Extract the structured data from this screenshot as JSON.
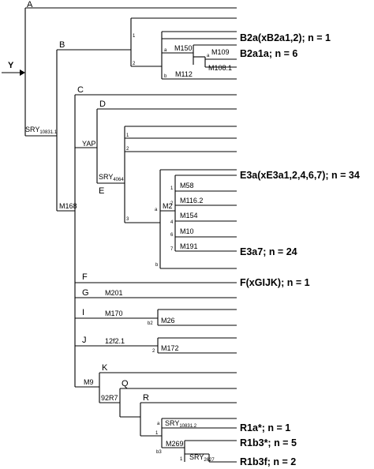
{
  "root_label": "Y",
  "nodes": {
    "A": "A",
    "B": "B",
    "C": "C",
    "D": "D",
    "E": "E",
    "F": "F",
    "G": "G",
    "I": "I",
    "J": "J",
    "K": "K",
    "Q": "Q",
    "R": "R",
    "b2": "b2",
    "b3": "b3"
  },
  "markers": {
    "SRY10831_1": {
      "base": "SRY",
      "sub": "10831.1"
    },
    "M168": "M168",
    "YAP": "YAP",
    "SRY4064": {
      "base": "SRY",
      "sub": "4064"
    },
    "M2": "M2",
    "M150": "M150",
    "M109": "M109",
    "M112": "M112",
    "M108_1": "M108.1",
    "M58": "M58",
    "M116_2": "M116.2",
    "M154": "M154",
    "M10": "M10",
    "M191": "M191",
    "M201": "M201",
    "M170": "M170",
    "M26": "M26",
    "12f2_1": "12f2.1",
    "M172": "M172",
    "M9": "M9",
    "92R7": "92R7",
    "SRY10831_2": {
      "base": "SRY",
      "sub": "10831.2"
    },
    "M269": "M269",
    "SRY2627": {
      "base": "SRY",
      "sub": "2627"
    }
  },
  "branch_numbers": {
    "b1_1": "1",
    "b1_2": "2",
    "e_1": "1",
    "e_2": "2",
    "e_3": "3",
    "e3a_1": "1",
    "e3a_2": "2",
    "e3a_4": "4",
    "e3a_6": "6",
    "e3a_7": "7",
    "i_2": "2",
    "j_2": "2",
    "r_1": "1",
    "r1b3_1": "1",
    "a_b": "a",
    "a_e": "a",
    "a_r": "a",
    "a_m109": "a",
    "b_b": "b",
    "b_e": "b"
  },
  "haplogroups": [
    "B2a(xB2a1,2); n = 1",
    "B2a1a; n = 6",
    "E3a(xE3a1,2,4,6,7); n = 34",
    "E3a7; n = 24",
    "F(xGIJK); n = 1",
    "R1a*; n = 1",
    "R1b3*; n = 5",
    "R1b3f; n = 2"
  ]
}
